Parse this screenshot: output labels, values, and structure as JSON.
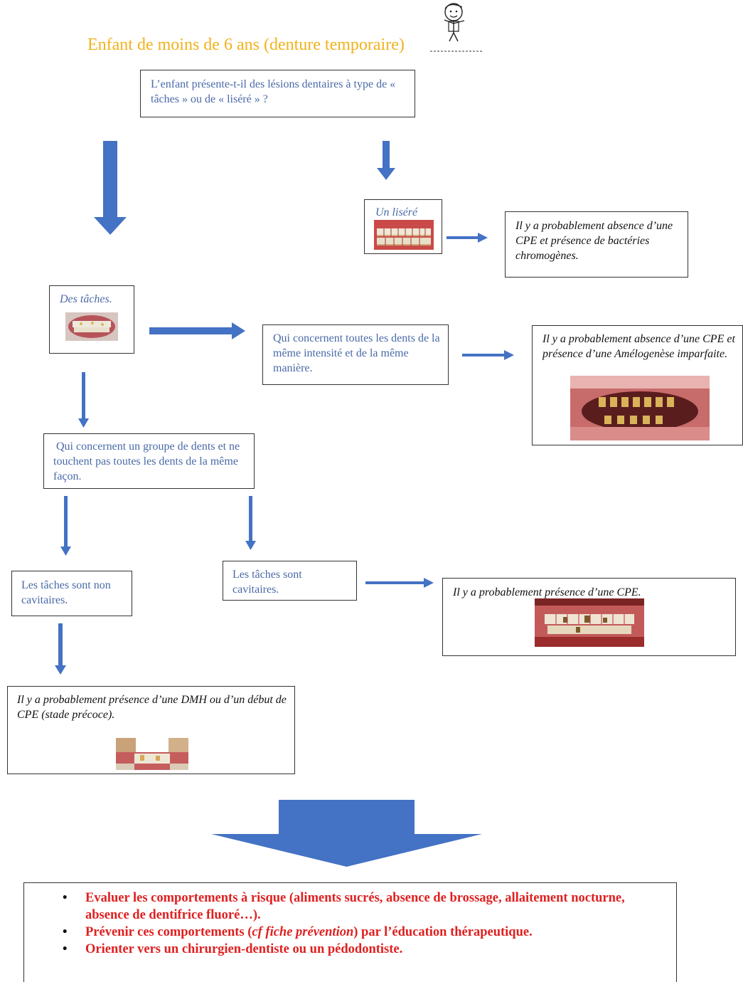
{
  "title": "Enfant de moins de 6 ans (denture temporaire)",
  "question": "L’enfant présente-t-il des lésions dentaires à type de « tâches » ou de « liséré » ?",
  "liseré": {
    "label": "Un liséré",
    "result": "Il y a probablement absence d’une CPE et présence de bactéries chromogènes."
  },
  "taches": {
    "label": "Des tâches.",
    "all_teeth": "Qui concernent toutes les dents de la même intensité et de la même manière.",
    "all_teeth_result": "Il y a probablement absence d’une CPE et présence d’une Amélogenèse imparfaite.",
    "group": "Qui concernent un groupe de dents et ne touchent pas toutes les dents de la même façon.",
    "non_cavitaires": "Les tâches sont non cavitaires.",
    "cavitaires": "Les tâches sont cavitaires.",
    "cavitaires_result": "Il y a probablement présence d’une CPE.",
    "non_cavitaires_result": "Il y a probablement présence d’une DMH ou d’un début de CPE (stade précoce)."
  },
  "actions": [
    "Evaluer les comportements à risque (aliments sucrés, absence de brossage, allaitement nocturne, absence de dentifrice fluoré…).",
    "Prévenir ces comportements (cf fiche prévention) par l’éducation thérapeutique.",
    "Orienter vers un chirurgien-dentiste ou un pédodontiste."
  ],
  "actions_parts": {
    "prevent_before": "Prévenir ces comportements (",
    "prevent_ref": "cf fiche prévention",
    "prevent_after": ") par l’éducation thérapeutique."
  },
  "colors": {
    "arrow": "#4472c4",
    "title": "#f2b21b",
    "action_text": "#e02020",
    "box_text": "#4a6aa8"
  }
}
